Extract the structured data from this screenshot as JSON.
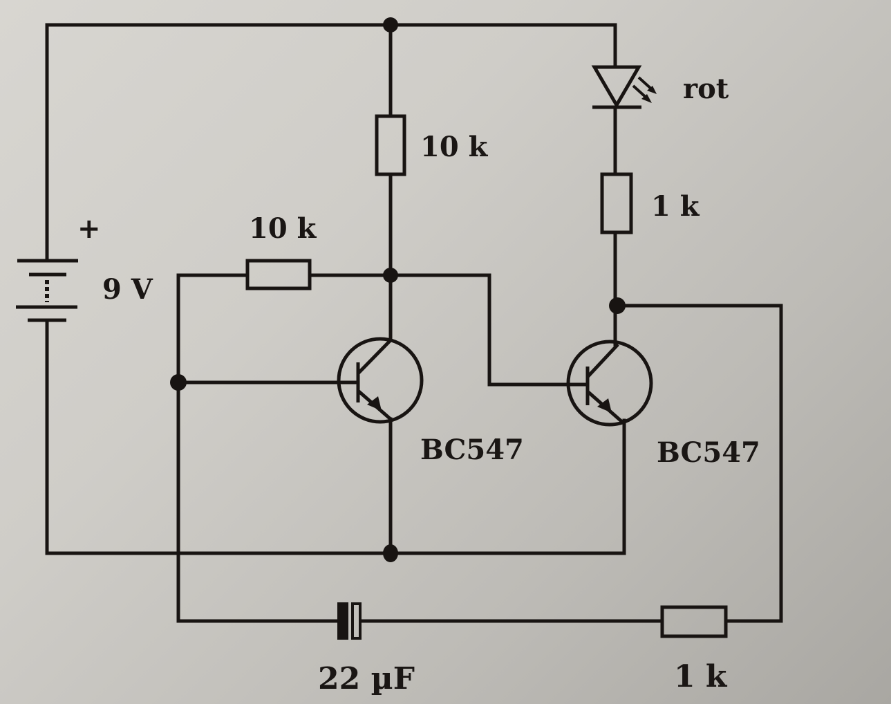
{
  "diagram": {
    "title": "",
    "type": "electronic-schematic",
    "description": "Two-transistor LED flasher (astable) circuit",
    "ink_color": "#181412",
    "paper_color": "#cfcdc8"
  },
  "battery": {
    "polarity_label": "+",
    "voltage_label": "9 V"
  },
  "resistors": {
    "r_collector_left": {
      "label": "10 k"
    },
    "r_base_feedback": {
      "label": "10 k"
    },
    "r_led_series": {
      "label": "1 k"
    },
    "r_bottom_series": {
      "label": "1 k"
    }
  },
  "led": {
    "label": "rot"
  },
  "capacitor": {
    "label": "22 µF"
  },
  "transistors": [
    {
      "id": "q1",
      "label": "BC547",
      "type": "NPN"
    },
    {
      "id": "q2",
      "label": "BC547",
      "type": "NPN"
    }
  ]
}
